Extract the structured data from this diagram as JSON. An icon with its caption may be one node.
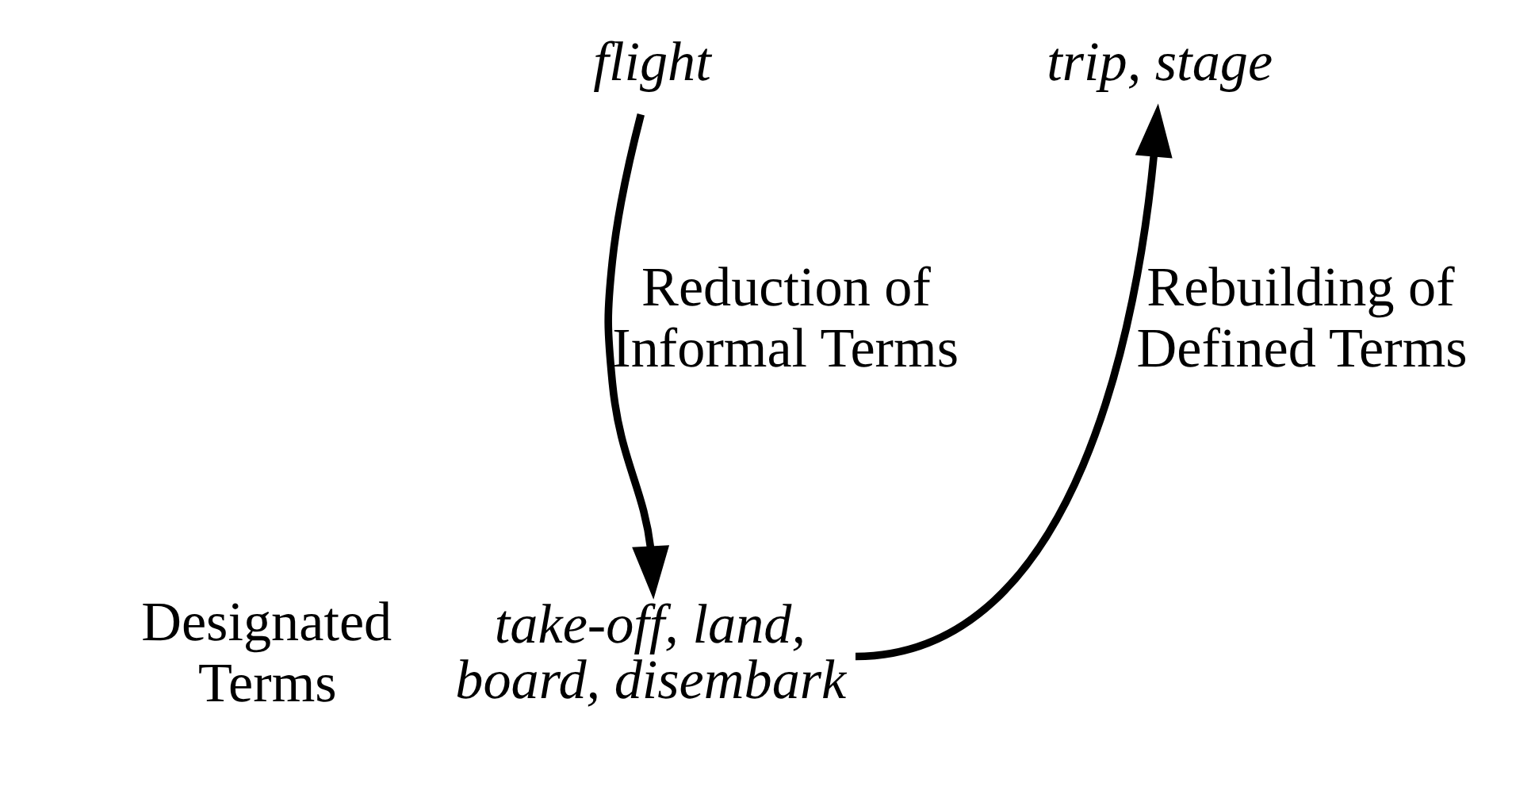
{
  "diagram": {
    "nodes": [
      {
        "text": [
          "flight"
        ]
      },
      {
        "text": [
          "take-off, land, board, disembark"
        ],
        "beside": [
          "Designated Terms"
        ]
      },
      {
        "text": [
          "trip, stage"
        ]
      }
    ],
    "edges": [
      {
        "from": 0,
        "to": 1,
        "arrow": "to",
        "label": "Reduction of Informal Terms"
      },
      {
        "from": 1,
        "to": 2,
        "arrow": "to",
        "label": "Rebuilding of Defined Terms"
      }
    ]
  }
}
